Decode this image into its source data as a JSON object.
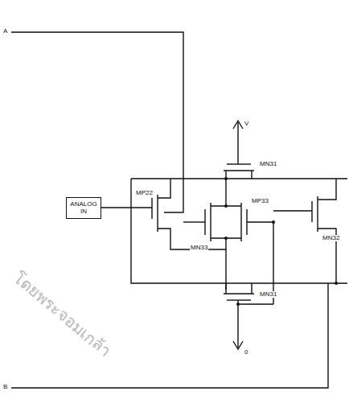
{
  "diagram": {
    "nodes": [
      {
        "text": [
          "ANALOG IN"
        ]
      }
    ],
    "labels": [
      "A",
      "V",
      "MN31",
      "MP22",
      "MN33",
      "MP33",
      "MN32",
      "MN31",
      "0",
      "B",
      "โดยพระจอมเกล้า"
    ]
  }
}
